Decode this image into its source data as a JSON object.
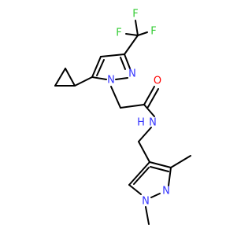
{
  "molecule": {
    "colors": {
      "bond": "#000000",
      "nitrogen": "#3333ff",
      "oxygen": "#ff0000",
      "fluorine": "#33cc33",
      "background": "#ffffff"
    },
    "atoms": {
      "f_top": "F",
      "f_left": "F",
      "f_right": "F",
      "n_pyrazole_ring_a_2": "N",
      "n_pyrazole_ring_a_1": "N",
      "o_carbonyl": "O",
      "n_amide": "N",
      "h_amide": "H",
      "n_pyrazole_ring_b_2": "N",
      "n_pyrazole_ring_b_1": "N"
    }
  }
}
